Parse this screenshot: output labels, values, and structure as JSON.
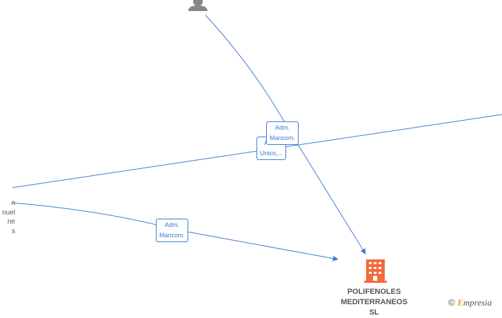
{
  "diagram": {
    "edges_labels": [
      {
        "line1": "Adm.",
        "line2": "Mancom."
      },
      {
        "line1": "Adm.",
        "line2": "Unico,..."
      },
      {
        "line1": "Adm.",
        "line2": "Mancom."
      }
    ],
    "company": {
      "name_line1": "POLIFENOLES",
      "name_line2": "MEDITERRANEOS",
      "name_line3": "SL",
      "icon": "building-icon",
      "icon_color": "#f26b3a"
    },
    "person_left": {
      "fragments": [
        "n",
        "nuel",
        "ne",
        "s"
      ]
    },
    "person_top": {
      "icon": "person-icon",
      "icon_color": "#888888"
    },
    "edge_color": "#3a7bd5",
    "watermark": {
      "symbol": "©",
      "brand_first": "E",
      "brand_rest": "mpresia",
      "accent_color": "#f2a11c"
    }
  }
}
